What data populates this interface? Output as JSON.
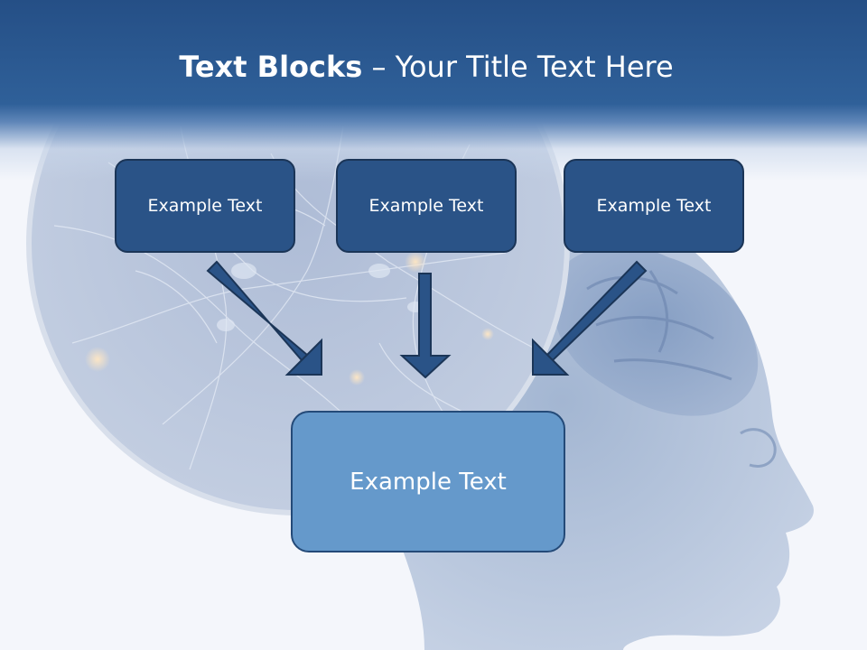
{
  "slide": {
    "title_bold": "Text Blocks",
    "title_rest": " – Your Title Text Here"
  },
  "blocks": {
    "top_left": "Example Text",
    "top_center": "Example Text",
    "top_right": "Example Text",
    "bottom": "Example Text"
  },
  "colors": {
    "title_band": "#2f6099",
    "top_box_fill": "#2a5387",
    "bottom_box_fill": "#6599cb",
    "arrow_fill": "#2a5387"
  },
  "icons": [
    "neuron-circle-image",
    "head-silhouette-image"
  ]
}
